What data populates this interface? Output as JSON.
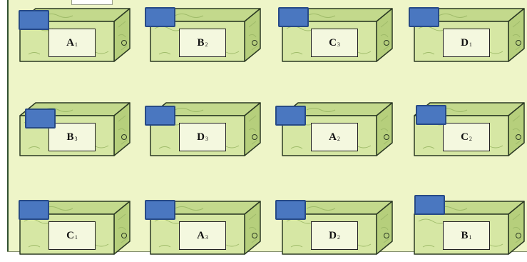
{
  "colors": {
    "background": "#eef5c8",
    "box_face": "#d6e7a4",
    "box_top": "#c3d98c",
    "box_side": "#b6cf7c",
    "box_edge": "#2c3a24",
    "lid": "#4a77c0",
    "lid_border": "#274a86"
  },
  "rows": [
    [
      {
        "letter": "A",
        "sub": "1"
      },
      {
        "letter": "B",
        "sub": "2"
      },
      {
        "letter": "C",
        "sub": "3"
      },
      {
        "letter": "D",
        "sub": "1"
      }
    ],
    [
      {
        "letter": "B",
        "sub": "3"
      },
      {
        "letter": "D",
        "sub": "3"
      },
      {
        "letter": "A",
        "sub": "2"
      },
      {
        "letter": "C",
        "sub": "2"
      }
    ],
    [
      {
        "letter": "C",
        "sub": "1"
      },
      {
        "letter": "A",
        "sub": "3"
      },
      {
        "letter": "D",
        "sub": "2"
      },
      {
        "letter": "B",
        "sub": "1"
      }
    ]
  ]
}
